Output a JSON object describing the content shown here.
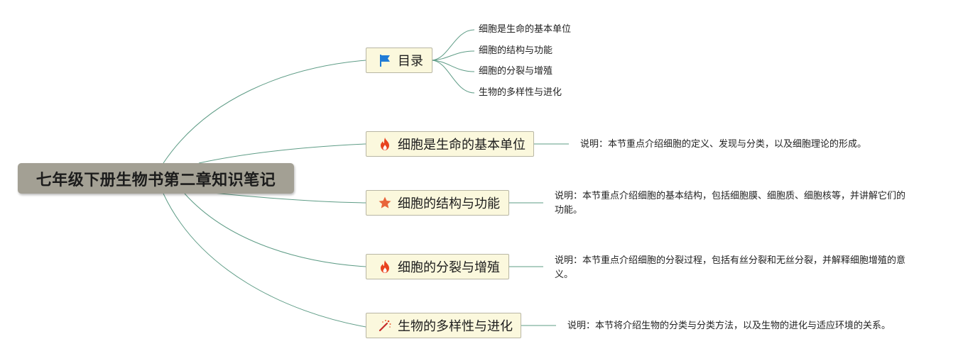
{
  "root": {
    "title": "七年级下册生物书第二章知识笔记"
  },
  "toc": {
    "title": "目录",
    "icon": "blue-flag-icon",
    "items": [
      "细胞是生命的基本单位",
      "细胞的结构与功能",
      "细胞的分裂与增殖",
      "生物的多样性与进化"
    ]
  },
  "topics": [
    {
      "title": "细胞是生命的基本单位",
      "icon": "fire-icon",
      "note": "说明：本节重点介绍细胞的定义、发现与分类，以及细胞理论的形成。"
    },
    {
      "title": "细胞的结构与功能",
      "icon": "star-icon",
      "note": "说明：本节重点介绍细胞的基本结构，包括细胞膜、细胞质、细胞核等，并讲解它们的功能。"
    },
    {
      "title": "细胞的分裂与增殖",
      "icon": "fire-icon",
      "note": "说明：本节重点介绍细胞的分裂过程，包括有丝分裂和无丝分裂，并解释细胞增殖的意义。"
    },
    {
      "title": "生物的多样性与进化",
      "icon": "magic-wand-icon",
      "note": "说明：本节将介绍生物的分类与分类方法，以及生物的进化与适应环境的关系。"
    }
  ],
  "colors": {
    "root_bg": "#a3a094",
    "topic_bg": "#fbf8dd",
    "connector": "#5e9c86",
    "flag": "#1f7bd6",
    "fire": "#e8431f",
    "star": "#e8643a"
  }
}
